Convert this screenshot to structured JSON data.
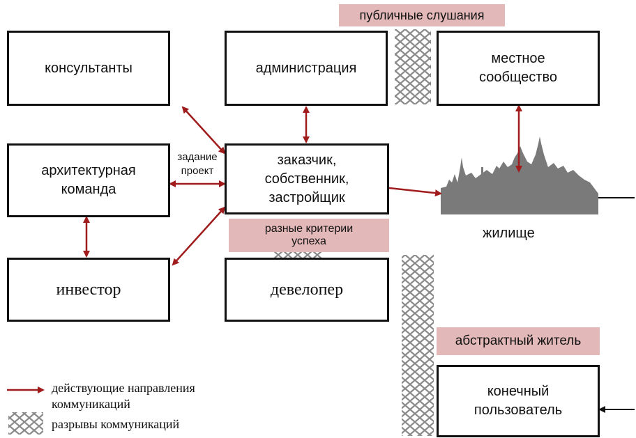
{
  "boxes": {
    "consultants": "консультанты",
    "administration": "администрация",
    "local_community": "местное\nсообщество",
    "architect_team": "архитектурная\nкоманда",
    "customer": "заказчик,\nсобственник,\nзастройщик",
    "investor": "инвестор",
    "developer": "девелопер",
    "end_user": "конечный\nпользователь"
  },
  "labels": {
    "public_hearings": "публичные слушания",
    "different_criteria": "разные критерии\nуспеха",
    "abstract_resident": "абстрактный житель",
    "housing": "жилище",
    "task_project": "задание\nпроект"
  },
  "legend": {
    "arrow_text": "действующие направления\nкоммуникаций",
    "break_text": "разрывы коммуникаций"
  },
  "colors": {
    "arrow": "#a01c1c",
    "pink": "#e2b8b8",
    "hatch": "#8a8a8a",
    "skyline": "#7a7a7a"
  }
}
